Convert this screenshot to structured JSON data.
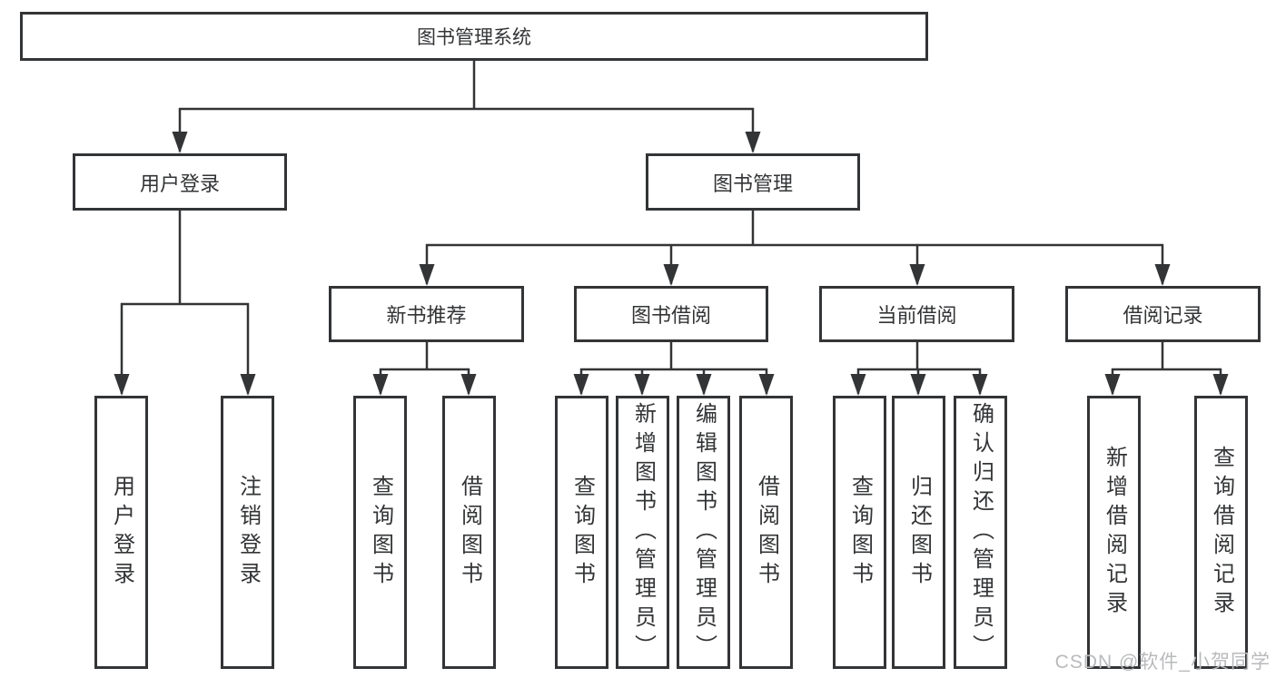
{
  "diagram": {
    "root": {
      "label": "图书管理系统"
    },
    "branches": [
      {
        "label": "用户登录",
        "children": [
          {
            "label": "用户登录"
          },
          {
            "label": "注销登录"
          }
        ]
      },
      {
        "label": "图书管理",
        "children": [
          {
            "label": "新书推荐",
            "children": [
              {
                "label": "查询图书"
              },
              {
                "label": "借阅图书"
              }
            ]
          },
          {
            "label": "图书借阅",
            "children": [
              {
                "label": "查询图书"
              },
              {
                "label": "新增图书（管理员）"
              },
              {
                "label": "编辑图书（管理员）"
              },
              {
                "label": "借阅图书"
              }
            ]
          },
          {
            "label": "当前借阅",
            "children": [
              {
                "label": "查询图书"
              },
              {
                "label": "归还图书"
              },
              {
                "label": "确认归还（管理员）"
              }
            ]
          },
          {
            "label": "借阅记录",
            "children": [
              {
                "label": "新增借阅记录"
              },
              {
                "label": "查询借阅记录"
              }
            ]
          }
        ]
      }
    ]
  },
  "watermark": {
    "text": "CSDN @软件_小贺同学"
  },
  "colors": {
    "line": "#333436",
    "text": "#333436",
    "watermark": "#b9babc",
    "background": "#ffffff"
  }
}
